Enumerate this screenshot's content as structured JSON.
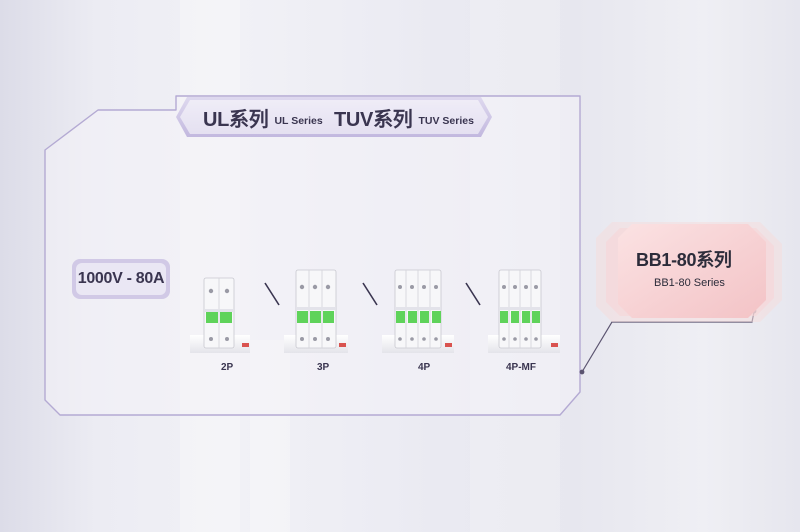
{
  "header_tag": {
    "ul_label": "UL系列",
    "ul_sub": "UL Series",
    "tuv_label": "TUV系列",
    "tuv_sub": "TUV Series"
  },
  "rating": "1000V - 80A",
  "breakers": [
    {
      "label": "2P",
      "poles": 2
    },
    {
      "label": "3P",
      "poles": 3
    },
    {
      "label": "4P",
      "poles": 4
    },
    {
      "label": "4P-MF",
      "poles": 4
    }
  ],
  "series_badge": {
    "title": "BB1-80系列",
    "subtitle": "BB1-80 Series"
  },
  "colors": {
    "breaker_toggle": "#5fd35a",
    "badge_fill": "#f7cfd1",
    "panel_edge": "#a79cc8",
    "accent_red": "#d9534f"
  }
}
